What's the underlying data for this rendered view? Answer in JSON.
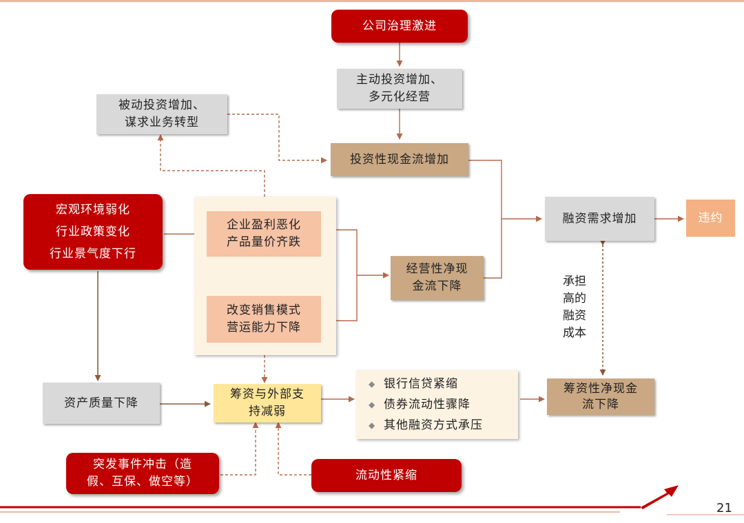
{
  "nodes": {
    "governance": "公司治理激进",
    "active_invest": [
      "主动投资增加、",
      "多元化经营"
    ],
    "passive_invest": [
      "被动投资增加、",
      "谋求业务转型"
    ],
    "invest_cashflow": "投资性现金流增加",
    "macro": [
      "宏观环境弱化",
      "行业政策变化",
      "行业景气度下行"
    ],
    "profit": [
      "企业盈利恶化",
      "产品量价齐跌"
    ],
    "sales_model": [
      "改变销售模式",
      "营运能力下降"
    ],
    "operating_cashflow": [
      "经营性净现",
      "金流下降"
    ],
    "financing_demand": "融资需求增加",
    "default": "违约",
    "high_cost": [
      "承",
      "担",
      "高",
      "的",
      "融",
      "资",
      "成",
      "本"
    ],
    "asset_quality": "资产质量下降",
    "financing_support": [
      "筹资与外部支",
      "持减弱"
    ],
    "financing_list": [
      "银行信贷紧缩",
      "债券流动性骤降",
      "其他融资方式承压"
    ],
    "financing_cashflow": [
      "筹资性净现金",
      "流下降"
    ],
    "sudden_event": [
      "突发事件冲击（造",
      "假、互保、做空等）"
    ],
    "liquidity": "流动性紧缩"
  },
  "bullet_icon": "diamond-bullet-icon",
  "page_number": "21",
  "colors": {
    "red": "#c00000",
    "gray": "#d9d9d9",
    "tan": "#c9a883",
    "salmon": "#f6c3a5",
    "orange": "#f4b183",
    "yellow": "#ffe699",
    "panel": "#fdf3e2",
    "connector": "#b5694a"
  }
}
